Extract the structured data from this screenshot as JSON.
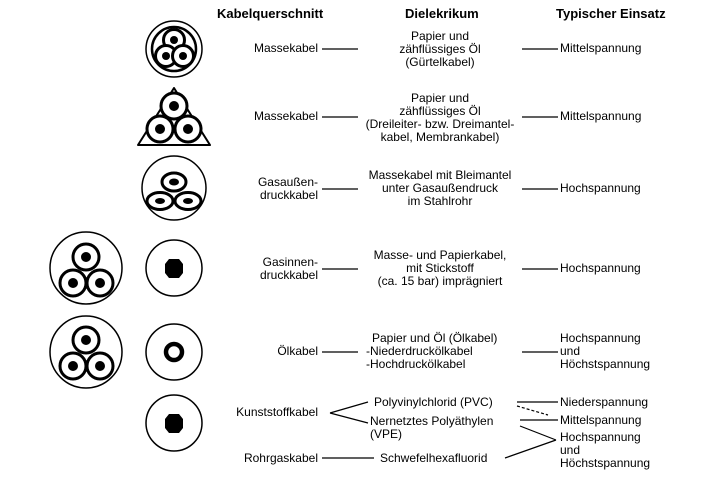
{
  "headers": {
    "cross_section": "Kabelquerschnitt",
    "dielectric": "Dielekrikum",
    "typical_use": "Typischer Einsatz"
  },
  "rows": [
    {
      "name": [
        "Massekabel"
      ],
      "dielectric": [
        "Papier und",
        "zähflüssiges Öl",
        "(Gürtelkabel)"
      ],
      "use": [
        "Mittelspannung"
      ]
    },
    {
      "name": [
        "Massekabel"
      ],
      "dielectric": [
        "Papier und",
        "zähflüssiges Öl",
        "(Dreileiter- bzw. Dreimantel-",
        "kabel, Membrankabel)"
      ],
      "use": [
        "Mittelspannung"
      ]
    },
    {
      "name": [
        "Gasaußen-",
        "druckkabel"
      ],
      "dielectric": [
        "Massekabel mit Bleimantel",
        "unter Gasaußendruck",
        "im Stahlrohr"
      ],
      "use": [
        "Hochspannung"
      ]
    },
    {
      "name": [
        "Gasinnen-",
        "druckkabel"
      ],
      "dielectric": [
        "Masse- und Papierkabel,",
        "mit Stickstoff",
        "(ca. 15 bar) imprägniert"
      ],
      "use": [
        "Hochspannung"
      ]
    },
    {
      "name": [
        "Ölkabel"
      ],
      "dielectric": [
        "Papier und Öl (Ölkabel)",
        "-Niederdrucköl­kabel",
        "-Hochdrucköl­kabel"
      ],
      "use": [
        "Hochspannung",
        "und",
        "Höchstspannung"
      ]
    }
  ],
  "kunststoff": {
    "name": "Kunststoffkabel",
    "dielectric_a": "Polyvinylchlorid (PVC)",
    "dielectric_b": [
      "Nernetztes Polyäthylen",
      "(VPE)"
    ],
    "use_a": "Niederspannung",
    "use_b": "Mittelspannung",
    "use_c": [
      "Hochspannung",
      "und",
      "Höchstspannung"
    ]
  },
  "rohrgas": {
    "name": "Rohrgaskabel",
    "dielectric": "Schwefelhexafluorid"
  }
}
